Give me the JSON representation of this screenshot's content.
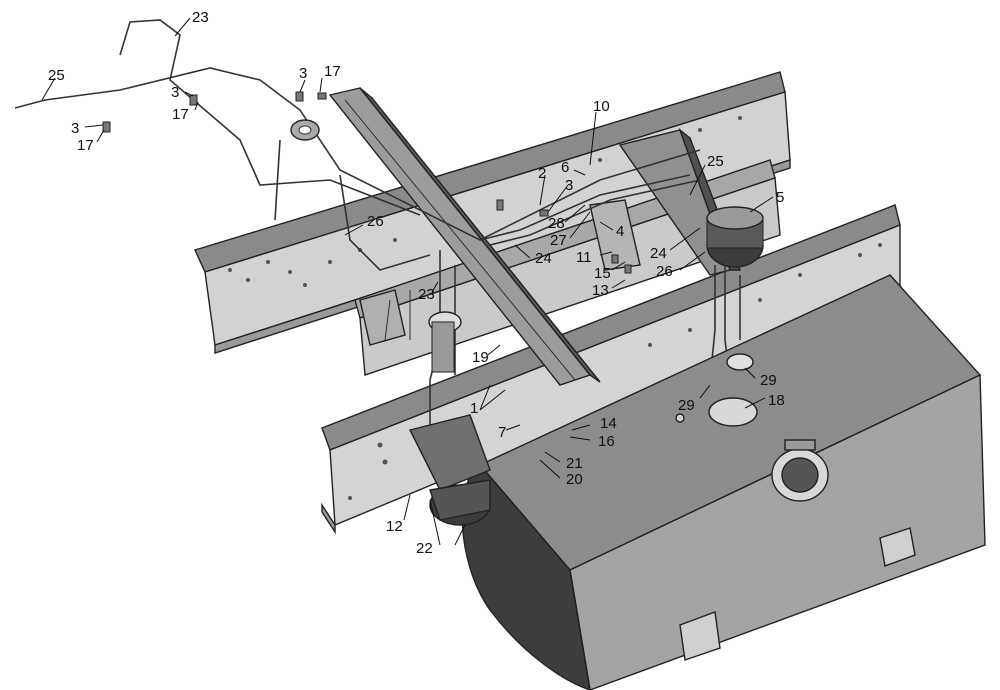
{
  "colors": {
    "background": "#ffffff",
    "rail_top": "#7a7a7a",
    "rail_side": "#cfcfcf",
    "tank_body": "#8a8a8a",
    "tank_end": "#3c3c3c",
    "line_ink": "#222222"
  },
  "callouts": [
    {
      "id": "c-23-top",
      "text": "23"
    },
    {
      "id": "c-25-left",
      "text": "25"
    },
    {
      "id": "c-3-a",
      "text": "3"
    },
    {
      "id": "c-17-a",
      "text": "17"
    },
    {
      "id": "c-3-b",
      "text": "3"
    },
    {
      "id": "c-17-b",
      "text": "17"
    },
    {
      "id": "c-3-c",
      "text": "3"
    },
    {
      "id": "c-17-c",
      "text": "17"
    },
    {
      "id": "c-10",
      "text": "10"
    },
    {
      "id": "c-2",
      "text": "2"
    },
    {
      "id": "c-6",
      "text": "6"
    },
    {
      "id": "c-3-d",
      "text": "3"
    },
    {
      "id": "c-25-right",
      "text": "25"
    },
    {
      "id": "c-5",
      "text": "5"
    },
    {
      "id": "c-26-left",
      "text": "26"
    },
    {
      "id": "c-28",
      "text": "28"
    },
    {
      "id": "c-27",
      "text": "27"
    },
    {
      "id": "c-4",
      "text": "4"
    },
    {
      "id": "c-24-mid",
      "text": "24"
    },
    {
      "id": "c-11",
      "text": "11"
    },
    {
      "id": "c-24-right",
      "text": "24"
    },
    {
      "id": "c-26-right",
      "text": "26"
    },
    {
      "id": "c-15",
      "text": "15"
    },
    {
      "id": "c-13",
      "text": "13"
    },
    {
      "id": "c-23-mid",
      "text": "23"
    },
    {
      "id": "c-19",
      "text": "19"
    },
    {
      "id": "c-1",
      "text": "1"
    },
    {
      "id": "c-7",
      "text": "7"
    },
    {
      "id": "c-14",
      "text": "14"
    },
    {
      "id": "c-16",
      "text": "16"
    },
    {
      "id": "c-21",
      "text": "21"
    },
    {
      "id": "c-20",
      "text": "20"
    },
    {
      "id": "c-29-a",
      "text": "29"
    },
    {
      "id": "c-29-b",
      "text": "29"
    },
    {
      "id": "c-18",
      "text": "18"
    },
    {
      "id": "c-12",
      "text": "12"
    },
    {
      "id": "c-22",
      "text": "22"
    }
  ]
}
